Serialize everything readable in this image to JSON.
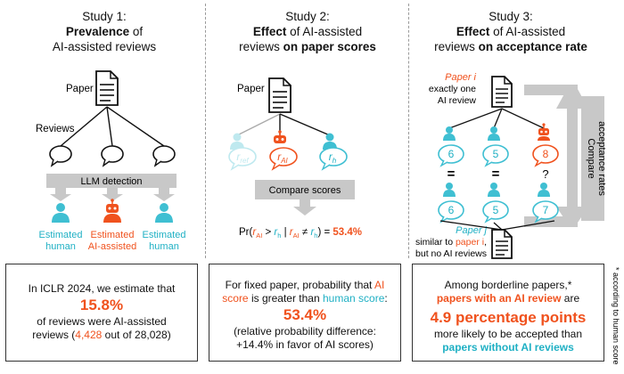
{
  "colors": {
    "orange": "#f0521e",
    "teal": "#1fb0c4",
    "gray_arrow": "#c8c8c8",
    "bubble_teal": "#3fbfd2",
    "robot_orange": "#f0521e"
  },
  "icons": {
    "paper": "paper-icon",
    "human": "person-icon",
    "ai": "robot-icon",
    "bubble": "speech-bubble-icon"
  },
  "study1": {
    "title_line1": "Study 1:",
    "title_bold": "Prevalence",
    "title_rest": " of",
    "title_line3": "AI-assisted reviews",
    "paper_label": "Paper",
    "reviews_label": "Reviews",
    "detection_label": "LLM detection",
    "est_human_a": "Estimated",
    "est_human_b": "human",
    "est_ai_a": "Estimated",
    "est_ai_b": "AI-assisted",
    "est_human2_a": "Estimated",
    "est_human2_b": "human",
    "box_line1": "In ICLR 2024, we estimate that",
    "box_big": "15.8%",
    "box_line2": "of reviews were AI-assisted",
    "box_line3a": "reviews (",
    "box_count": "4,428",
    "box_line3b": " out of 28,028)"
  },
  "study2": {
    "title_line1": "Study 2:",
    "title_bold1": "Effect",
    "title_rest1": " of AI-assisted",
    "title_rest2": "reviews ",
    "title_bold2": "on paper scores",
    "paper_label": "Paper",
    "r_ref": "ref",
    "r_ai": "AI",
    "r_h": "h",
    "compare_label": "Compare scores",
    "formula_prefix": "Pr(",
    "formula_value": "53.4%",
    "box_line1a": "For fixed paper, probability that ",
    "box_line1b": "AI",
    "box_line2a": "score",
    "box_line2b": " is greater than ",
    "box_line2c": "human score",
    "box_line2d": ":",
    "box_big": "53.4%",
    "box_line3": "(relative probability difference:",
    "box_line4": "+14.4% in favor of AI scores)"
  },
  "study3": {
    "title_line1": "Study 3:",
    "title_bold1": "Effect",
    "title_rest1": " of AI-assisted",
    "title_rest2": "reviews ",
    "title_bold2": "on acceptance rate",
    "paper_i_label": "Paper i",
    "paper_i_desc1": "exactly one",
    "paper_i_desc2": "AI review",
    "score_top_1": "6",
    "score_top_2": "5",
    "score_top_3": "8",
    "score_bot_1": "6",
    "score_bot_2": "5",
    "score_bot_3": "7",
    "eq1": "=",
    "eq2": "=",
    "q": "?",
    "paper_j_label": "Paper j",
    "paper_j_desc1a": "similar to ",
    "paper_j_desc1b": "paper i",
    "paper_j_desc1c": ",",
    "paper_j_desc2": "but no AI reviews",
    "compare_line1": "Compare",
    "compare_line2": "acceptance rates",
    "box_line1": "Among borderline papers,*",
    "box_line2": "papers with an AI review",
    "box_line2b": " are",
    "box_big": "4.9 percentage points",
    "box_line3": "more likely to be accepted than",
    "box_line4": "papers without AI reviews"
  },
  "footnote": "* according to human scores"
}
